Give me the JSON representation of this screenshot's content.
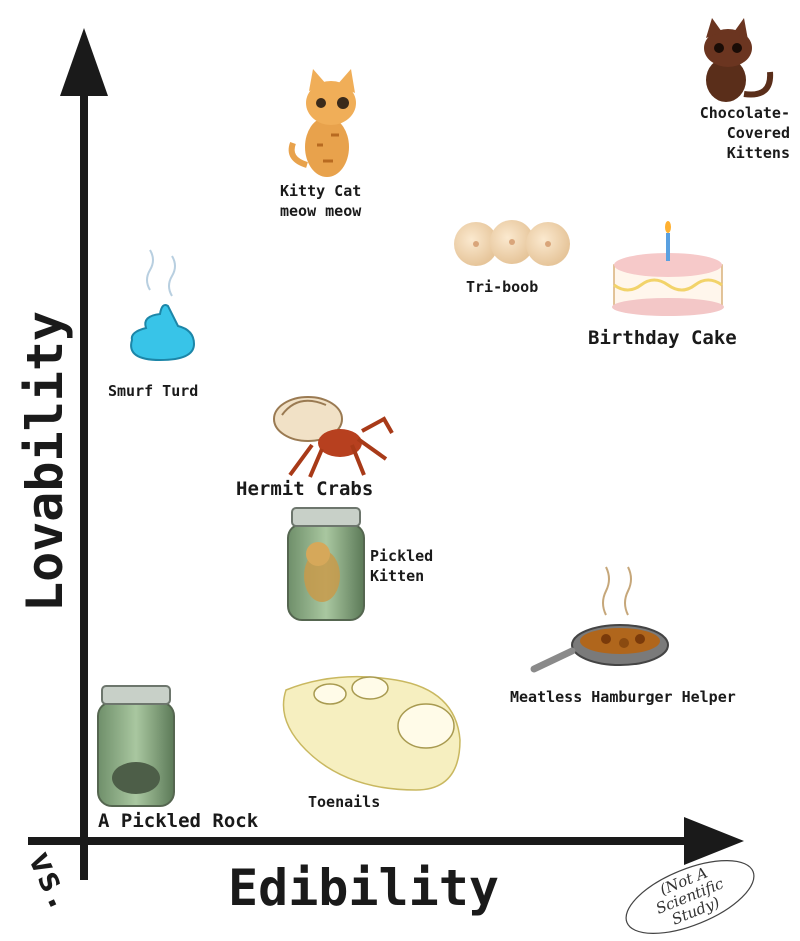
{
  "chart_data": {
    "type": "scatter",
    "title": "",
    "xlabel": "Edibility",
    "ylabel": "Lovability",
    "corner_label": "vs.",
    "note": [
      "(Not A",
      "Scientific",
      "Study)"
    ],
    "xlim": [
      0,
      10
    ],
    "ylim": [
      0,
      10
    ],
    "grid": false,
    "points": [
      {
        "label": [
          "Chocolate-",
          "Covered",
          "Kittens"
        ],
        "x": 9.2,
        "y": 9.6,
        "icon": "brown-kitten-icon"
      },
      {
        "label": [
          "Kitty Cat",
          "meow meow"
        ],
        "x": 3.6,
        "y": 8.6,
        "icon": "orange-cat-icon"
      },
      {
        "label": [
          "Tri-boob"
        ],
        "x": 6.4,
        "y": 7.6,
        "icon": "three-round-buns-icon"
      },
      {
        "label": [
          "Birthday Cake"
        ],
        "x": 8.4,
        "y": 7.2,
        "icon": "birthday-cake-icon"
      },
      {
        "label": [
          "Smurf Turd"
        ],
        "x": 1.1,
        "y": 6.2,
        "icon": "blue-swirl-icon"
      },
      {
        "label": [
          "Hermit Crabs"
        ],
        "x": 3.5,
        "y": 4.9,
        "icon": "hermit-crab-icon"
      },
      {
        "label": [
          "Pickled",
          "Kitten"
        ],
        "x": 3.5,
        "y": 3.5,
        "icon": "pickled-kitten-jar-icon"
      },
      {
        "label": [
          "Meatless Hamburger Helper"
        ],
        "x": 8.0,
        "y": 2.6,
        "icon": "frying-pan-icon"
      },
      {
        "label": [
          "Toenails"
        ],
        "x": 4.3,
        "y": 1.7,
        "icon": "toenails-icon"
      },
      {
        "label": [
          "A Pickled Rock"
        ],
        "x": 0.7,
        "y": 1.1,
        "icon": "pickled-rock-jar-icon"
      }
    ]
  }
}
